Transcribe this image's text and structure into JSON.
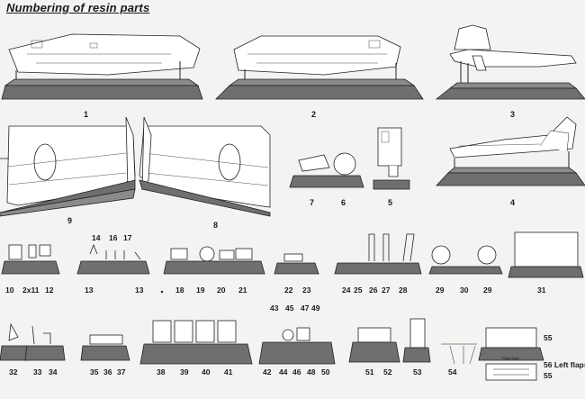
{
  "title": "Numbering of resin parts",
  "fuselage_labels": [
    "1",
    "2",
    "3",
    "4"
  ],
  "wing_labels": [
    "9",
    "8"
  ],
  "small_top_labels": [
    "7",
    "6",
    "5"
  ],
  "rows": {
    "row1": [
      "10",
      "2x11",
      "12",
      "14",
      "16",
      "17",
      "13",
      "13",
      "18",
      "19",
      "20",
      "21",
      "22",
      "23",
      "24",
      "25",
      "26",
      "27",
      "28",
      "29",
      "30",
      "29",
      "31"
    ],
    "row2": [
      "43",
      "45",
      "47",
      "49",
      "32",
      "33",
      "34",
      "35",
      "36",
      "37",
      "38",
      "39",
      "40",
      "41",
      "42",
      "44",
      "46",
      "48",
      "50",
      "51",
      "52",
      "53",
      "54",
      "55",
      "56 Left flaps",
      "55"
    ]
  },
  "tiny_label": "Right flaps"
}
